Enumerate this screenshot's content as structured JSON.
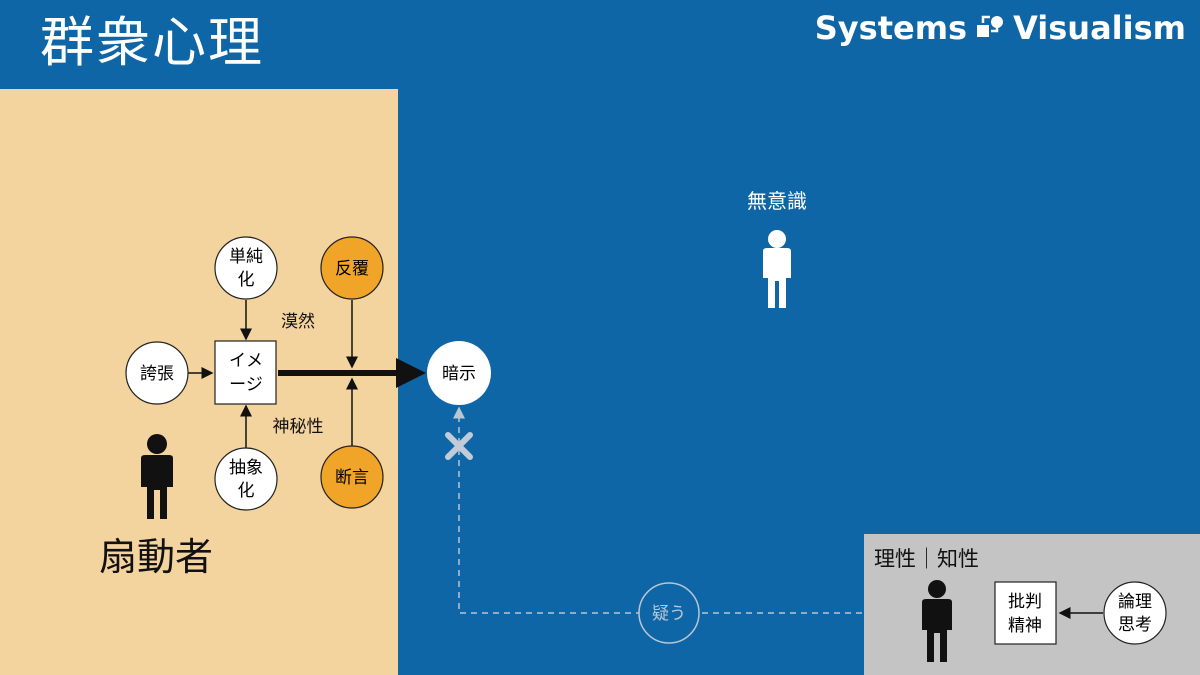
{
  "title": "群衆心理",
  "brand": {
    "left": "Systems",
    "right": "Visualism"
  },
  "colors": {
    "background": "#0e66a6",
    "left_panel": "#f3d39e",
    "right_panel": "#c4c4c4",
    "accent": "#f0a428"
  },
  "nodes": {
    "tanjunka": [
      "単純",
      "化"
    ],
    "hanpuku": "反覆",
    "kocho": "誇張",
    "image": [
      "イメ",
      "ージ"
    ],
    "chushoka": [
      "抽象",
      "化"
    ],
    "dangen": "断言",
    "anji": "暗示",
    "hihan": [
      "批判",
      "精神"
    ],
    "ronri": [
      "論理",
      "思考"
    ],
    "utagau": "疑う"
  },
  "labels": {
    "bakuzen": "漠然",
    "shinpisei": "神秘性",
    "muishiki": "無意識",
    "sendosha": "扇動者",
    "risei": "理性｜知性"
  }
}
